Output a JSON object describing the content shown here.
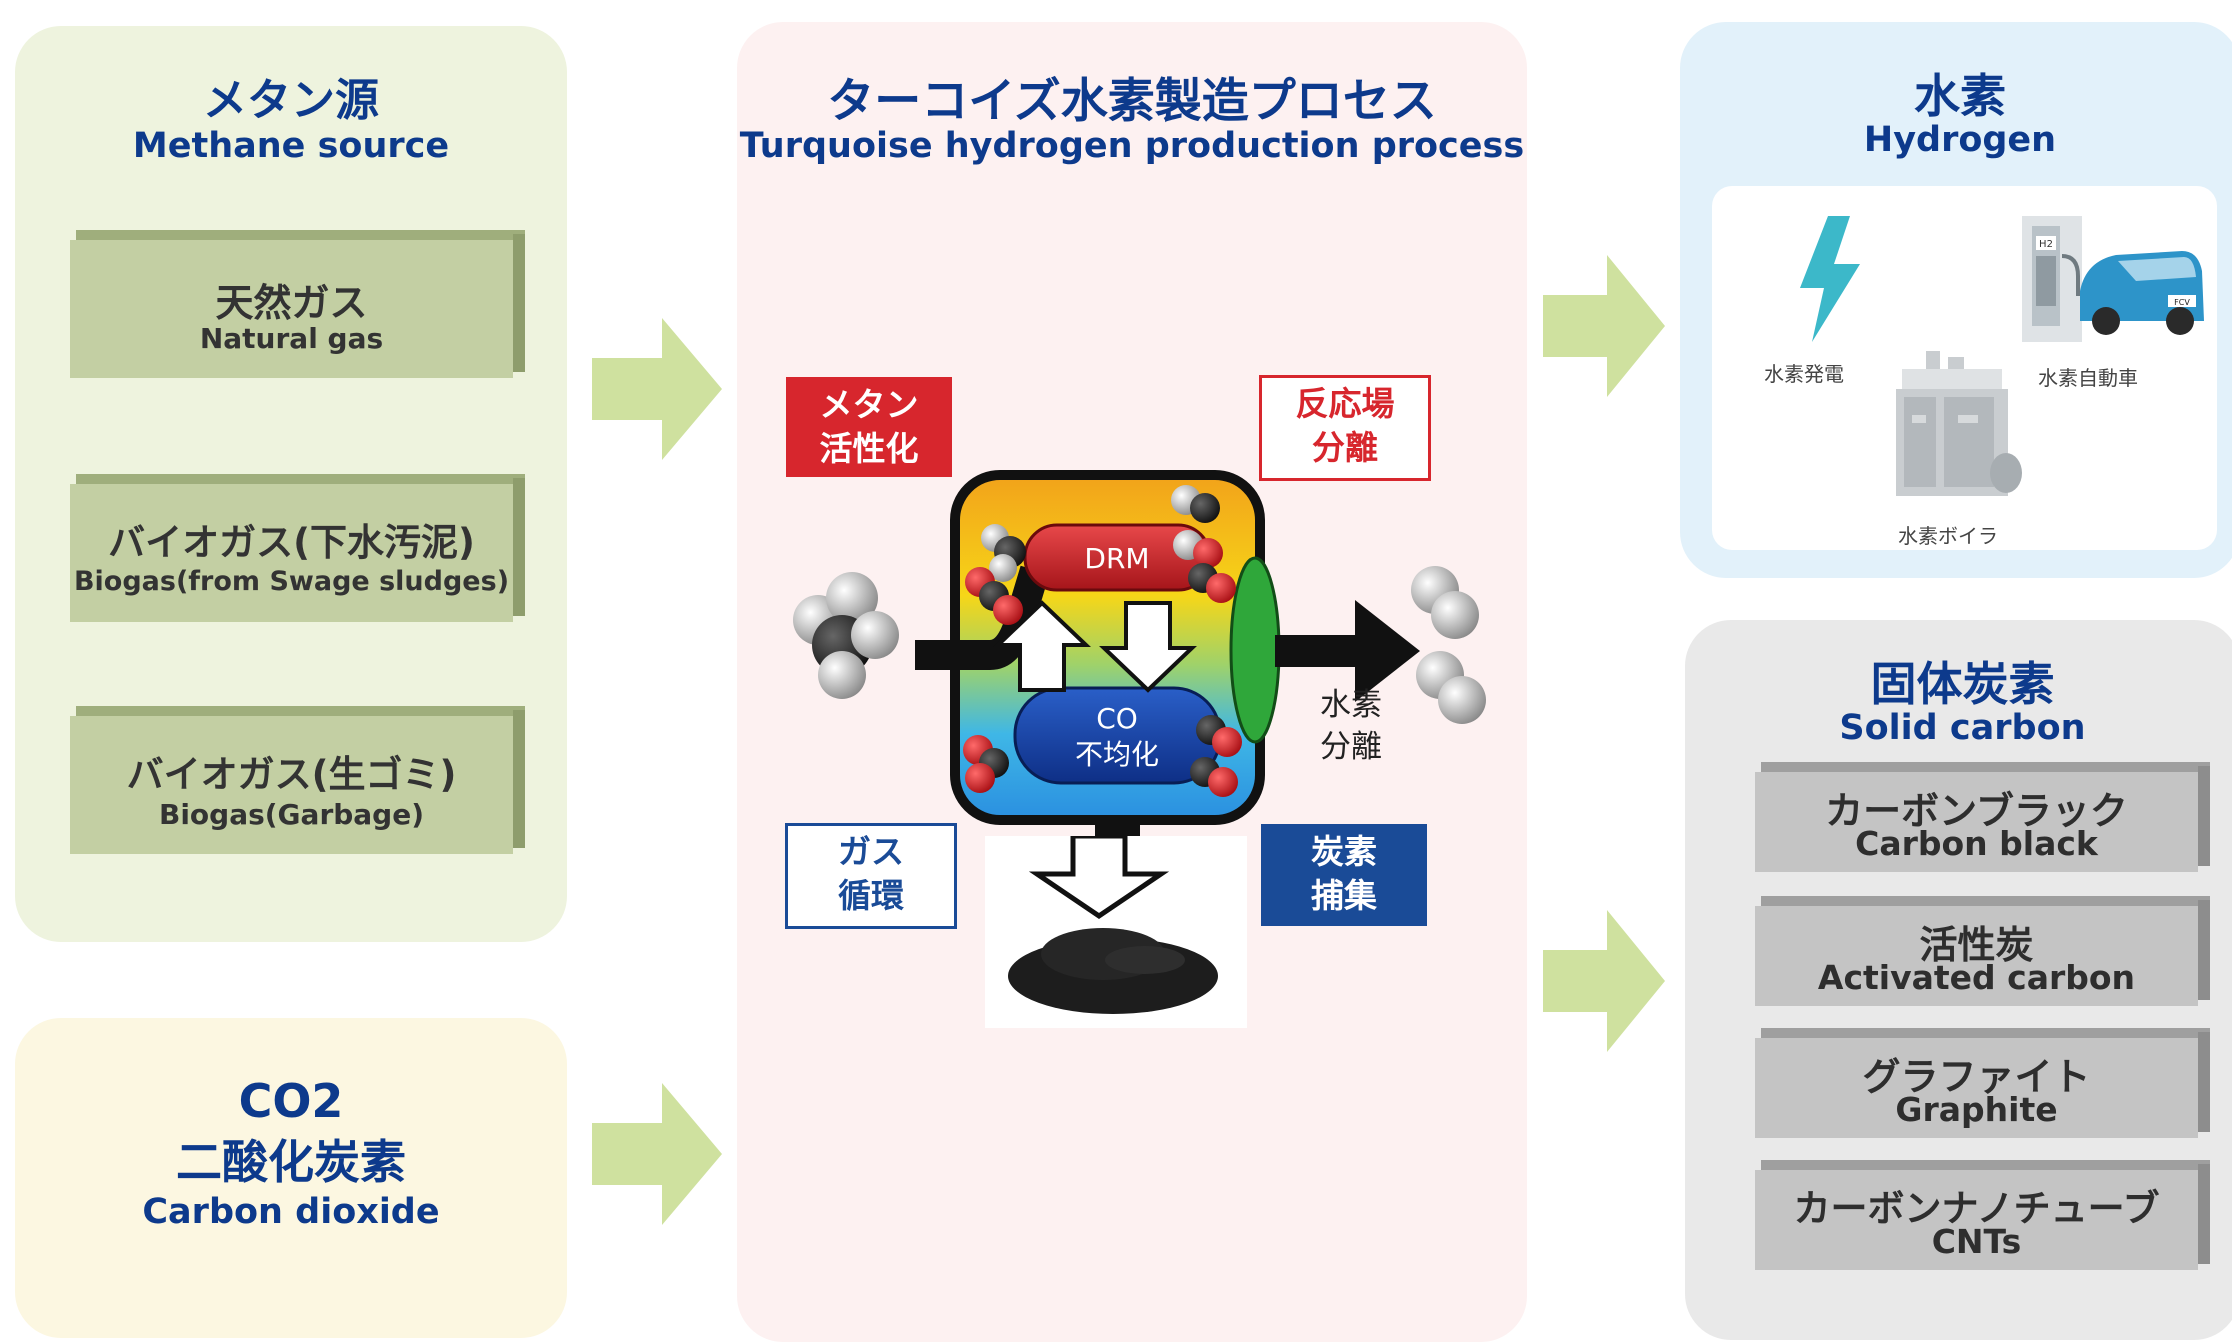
{
  "methane_source": {
    "title_jp": "メタン源",
    "title_en": "Methane source",
    "items": [
      {
        "jp": "天然ガス",
        "en": "Natural gas"
      },
      {
        "jp": "バイオガス(下水汚泥)",
        "en": "Biogas(from Swage sludges)"
      },
      {
        "jp": "バイオガス(生ゴミ)",
        "en": "Biogas(Garbage)"
      }
    ]
  },
  "co2": {
    "title_line1": "CO2",
    "title_line2": "二酸化炭素",
    "title_en": "Carbon dioxide"
  },
  "process": {
    "title_jp": "ターコイズ水素製造プロセス",
    "title_en": "Turquoise hydrogen production process",
    "labels": {
      "methane_activation": [
        "メタン",
        "活性化"
      ],
      "reaction_separation": [
        "反応場",
        "分離"
      ],
      "gas_circulation": [
        "ガス",
        "循環"
      ],
      "carbon_capture": [
        "炭素",
        "捕集"
      ],
      "hydrogen_separation": [
        "水素",
        "分離"
      ],
      "drm": "DRM",
      "co_line1": "CO",
      "co_line2": "不均化"
    }
  },
  "hydrogen": {
    "title_jp": "水素",
    "title_en": "Hydrogen",
    "uses": {
      "power": "水素発電",
      "vehicle": "水素自動車",
      "boiler": "水素ボイラ"
    },
    "station_sign": "H2",
    "car_plate": "FCV"
  },
  "solid_carbon": {
    "title_jp": "固体炭素",
    "title_en": "Solid carbon",
    "items": [
      {
        "jp": "カーボンブラック",
        "en": "Carbon black"
      },
      {
        "jp": "活性炭",
        "en": "Activated carbon"
      },
      {
        "jp": "グラファイト",
        "en": "Graphite"
      },
      {
        "jp": "カーボンナノチューブ",
        "en": "CNTs"
      }
    ]
  },
  "colors": {
    "methane_panel": "#eef3de",
    "co2_panel": "#fcf7e1",
    "process_panel": "#fdf1f1",
    "hydrogen_panel": "#e2f1fa",
    "carbon_panel": "#e9e9e9",
    "title_blue": "#0d3a8c",
    "arrow_green": "#cfe19f",
    "label_red": "#d7262d",
    "label_blue": "#1a4b97"
  },
  "icons": [
    "arrow-right-icon",
    "lightning-icon",
    "hydrogen-station-icon",
    "fuel-cell-car-icon",
    "boiler-icon",
    "methane-molecule-icon",
    "co2-molecule-icon",
    "hydrogen-molecule-icon",
    "reactor-icon",
    "carbon-powder-icon"
  ]
}
